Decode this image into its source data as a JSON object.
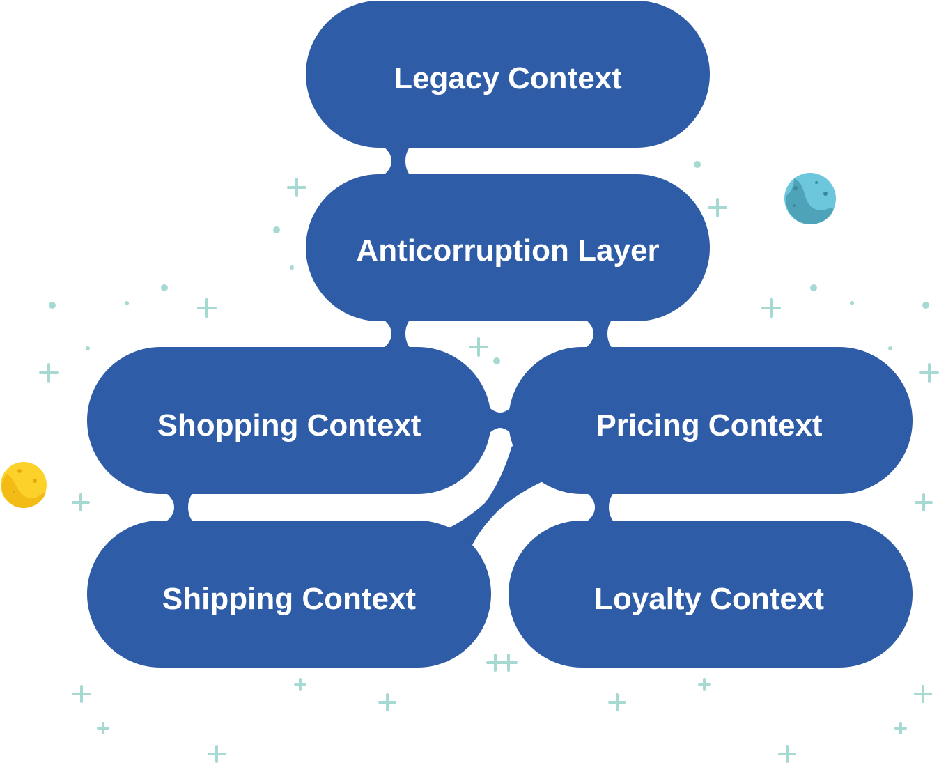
{
  "diagram": {
    "nodes": {
      "legacy": "Legacy Context",
      "acl": "Anticorruption Layer",
      "shopping": "Shopping Context",
      "pricing": "Pricing Context",
      "shipping": "Shipping Context",
      "loyalty": "Loyalty Context"
    },
    "edges": [
      {
        "from": "legacy",
        "to": "acl"
      },
      {
        "from": "acl",
        "to": "shopping"
      },
      {
        "from": "acl",
        "to": "pricing"
      },
      {
        "from": "shopping",
        "to": "pricing"
      },
      {
        "from": "shopping",
        "to": "shipping"
      },
      {
        "from": "pricing",
        "to": "shipping"
      },
      {
        "from": "pricing",
        "to": "loyalty"
      }
    ]
  },
  "colors": {
    "node_fill": "#2e5ca6",
    "node_text": "#ffffff",
    "decoration": "#a6d9d2",
    "planet_blue": "#6cc6dc",
    "planet_yellow": "#fcd22a"
  }
}
